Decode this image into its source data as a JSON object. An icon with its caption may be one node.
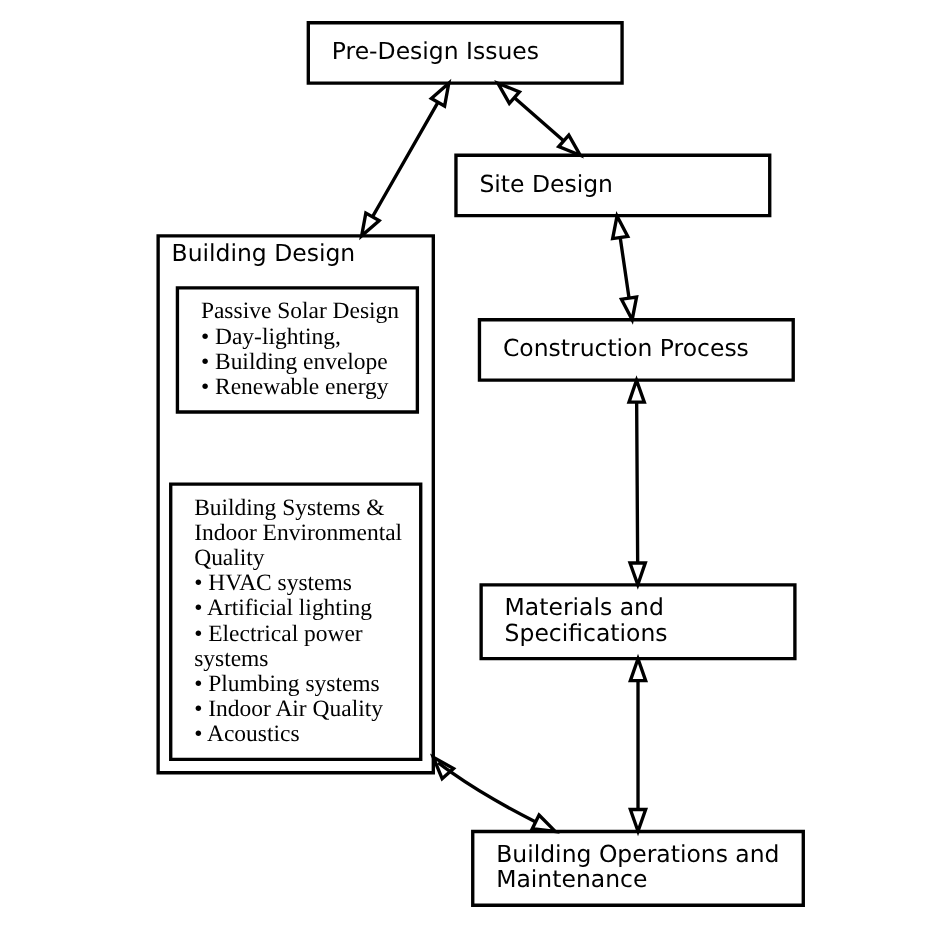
{
  "diagram": {
    "nodes": [
      {
        "text": [
          "Pre-Design Issues"
        ]
      },
      {
        "text": [
          "Building Design"
        ]
      },
      {
        "text": [
          "Passive Solar Design",
          "• Day-lighting,",
          "• Building envelope",
          "• Renewable energy"
        ],
        "in": 1
      },
      {
        "text": [
          "Building Systems & Indoor Environmental Quality",
          "• HVAC systems",
          "• Artificial lighting",
          "• Electrical power systems",
          "• Plumbing systems",
          "• Indoor Air Quality",
          "• Acoustics"
        ],
        "in": 1
      },
      {
        "text": [
          "Site Design"
        ]
      },
      {
        "text": [
          "Construction Process"
        ]
      },
      {
        "text": [
          "Materials and Specifications"
        ]
      },
      {
        "text": [
          "Building Operations and Maintenance"
        ]
      }
    ],
    "edges": [
      {
        "from": 0,
        "to": 1,
        "arrow": "both"
      },
      {
        "from": 0,
        "to": 4,
        "arrow": "both"
      },
      {
        "from": 4,
        "to": 5,
        "arrow": "both"
      },
      {
        "from": 5,
        "to": 6,
        "arrow": "both"
      },
      {
        "from": 6,
        "to": 7,
        "arrow": "both"
      },
      {
        "from": 1,
        "to": 7,
        "arrow": "both"
      }
    ]
  }
}
